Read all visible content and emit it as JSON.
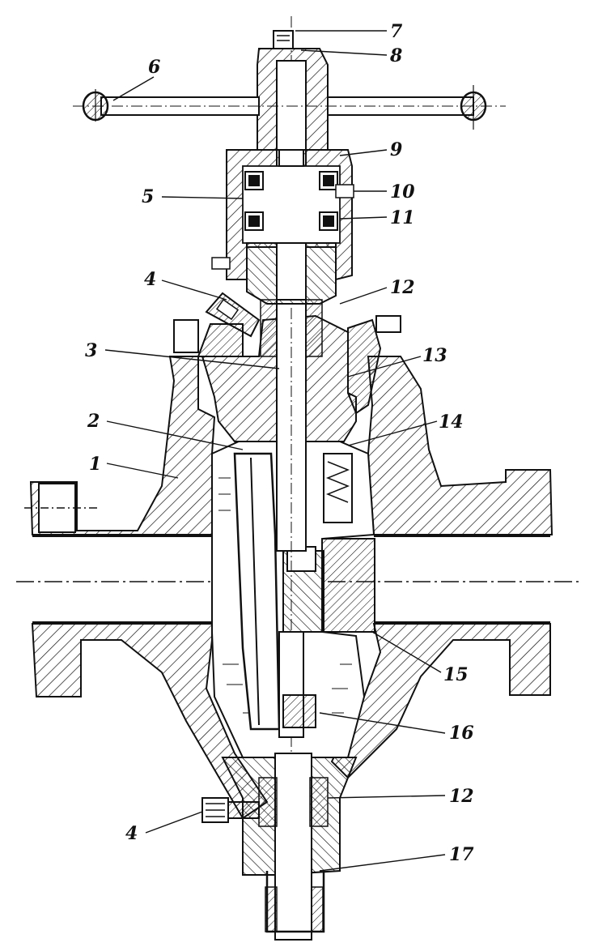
{
  "labels": {
    "l1": "1",
    "l2": "2",
    "l3": "3",
    "l4_top": "4",
    "l4_bottom": "4",
    "l5": "5",
    "l6": "6",
    "l7": "7",
    "l8": "8",
    "l9": "9",
    "l10": "10",
    "l11": "11",
    "l12_top": "12",
    "l12_bottom": "12",
    "l13": "13",
    "l14": "14",
    "l15": "15",
    "l16": "16",
    "l17": "17"
  },
  "style": {
    "ink": "#111111",
    "paper": "#ffffff"
  }
}
